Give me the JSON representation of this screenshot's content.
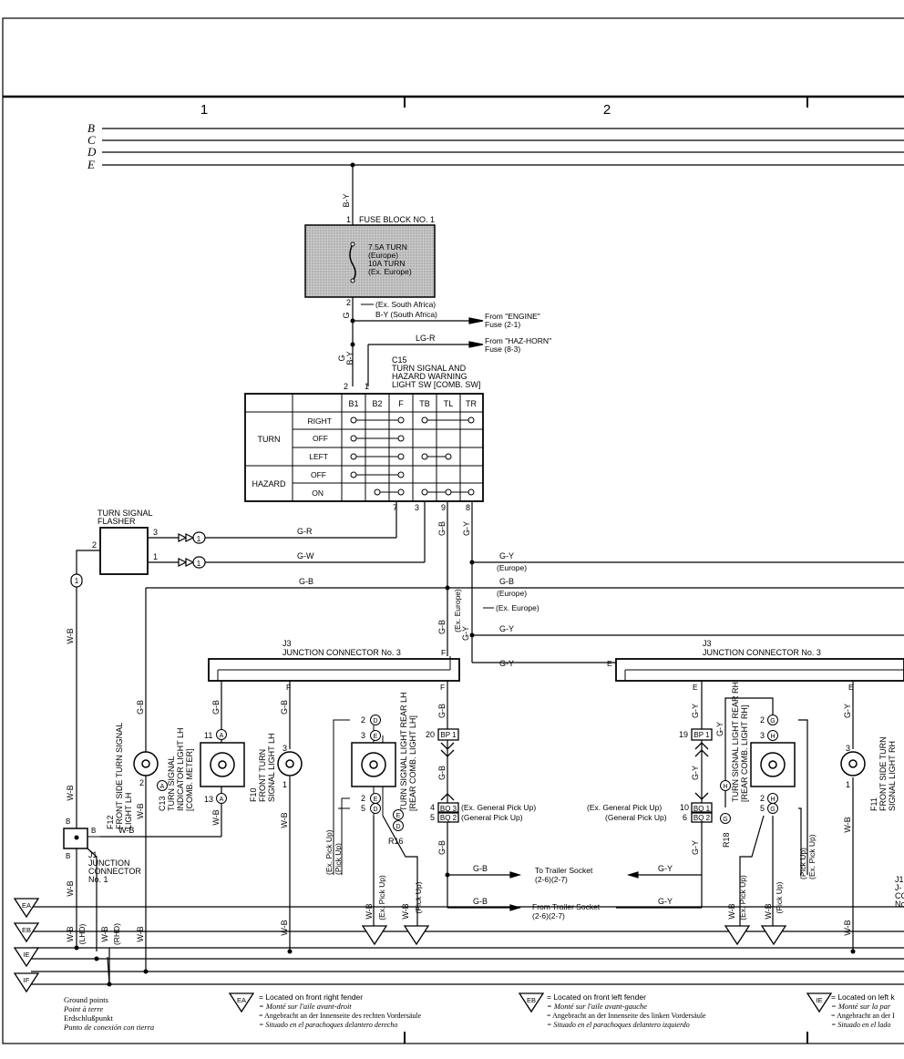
{
  "columns": [
    "1",
    "2"
  ],
  "bus_lines": [
    "B",
    "C",
    "D",
    "E"
  ],
  "fuse_block": {
    "title": "FUSE BLOCK NO. 1",
    "pin_top": "1",
    "pin_bottom": "2",
    "fuse_lines": [
      "7.5A TURN",
      "(Europe)",
      "10A TURN",
      "(Ex. Europe)"
    ],
    "wire_in": "B-Y",
    "wire_out": "G",
    "note_ex_sa": "(Ex. South Africa)",
    "note_sa": "B-Y (South Africa)"
  },
  "from_engine": [
    "From \"ENGINE\"",
    "Fuse (2-1)"
  ],
  "from_haz": [
    "From \"HAZ-HORN\"",
    "Fuse (8-3)"
  ],
  "wire_lg_r": "LG-R",
  "wire_g": "G",
  "wire_b_y": "B-Y",
  "switch": {
    "id": "C15",
    "title_lines": [
      "TURN SIGNAL AND",
      "HAZARD WARNING",
      "LIGHT SW [COMB. SW]"
    ],
    "pins_top": [
      "2",
      "1"
    ],
    "columns": [
      "B1",
      "B2",
      "F",
      "TB",
      "TL",
      "TR"
    ],
    "groups": [
      "TURN",
      "HAZARD"
    ],
    "rows": [
      "RIGHT",
      "OFF",
      "LEFT",
      "OFF",
      "ON"
    ],
    "pins_bottom": [
      "7",
      "3",
      "9",
      "8"
    ]
  },
  "flasher": {
    "title_lines": [
      "TURN SIGNAL",
      "FLASHER"
    ],
    "pins": [
      "2",
      "3",
      "1"
    ],
    "conn": "1"
  },
  "wires": {
    "g_r": "G-R",
    "g_w": "G-W",
    "g_b": "G-B",
    "g_y": "G-Y",
    "w_b": "W-B",
    "europe": "(Europe)",
    "ex_europe": "(Ex. Europe)"
  },
  "junction3": {
    "title_lines": [
      "J3",
      "JUNCTION CONNECTOR No. 3"
    ],
    "pin_f": "F",
    "pin_e": "E"
  },
  "components": {
    "f12": [
      "F12",
      "FRONT SIDE TURN SIGNAL",
      "LIGHT LH"
    ],
    "c13": [
      "C13",
      "TURN SIGNAL",
      "INDICATOR LIGHT LH",
      "[COMB. METER]"
    ],
    "f10": [
      "F10",
      "FRONT TURN",
      "SIGNAL LIGHT LH"
    ],
    "r16": [
      "R16",
      "TURN SIGNAL LIGHT REAR LH",
      "[REAR COMB. LIGHT LH]"
    ],
    "r18": [
      "R18",
      "TURN SIGNAL LIGHT REAR RH",
      "[REAR COMB. LIGHT RH]"
    ],
    "f11": [
      "F11",
      "FRONT SIDE TURN",
      "SIGNAL LIGHT RH"
    ],
    "j1": [
      "J1",
      "JUNCTION",
      "CONNECTOR",
      "No. 1"
    ]
  },
  "bp": [
    "BP 1"
  ],
  "bq_left": [
    "BQ 3",
    "BQ 2"
  ],
  "bq_right": [
    "BQ 1",
    "BQ 2"
  ],
  "bq_notes": [
    "(Ex. General Pick Up)",
    "(General Pick Up)"
  ],
  "trailer": {
    "to": [
      "To Trailer Socket",
      "(2-6)(2-7)"
    ],
    "from": [
      "From Trailer Socket",
      "(2-6)(2-7)"
    ]
  },
  "pickup": {
    "ex": "(Ex. Pick Up)",
    "pu": "(Pick Up)"
  },
  "misc": {
    "lhd": "(LHD)",
    "rhd": "(RHD)",
    "ex_pickup": "(Ex. Pick Up)"
  },
  "grounds": [
    "EA",
    "EB",
    "IE",
    "IF"
  ],
  "ground_points": [
    "Ground points",
    "Point à terre",
    "Erdschlußpunkt",
    "Punto de conexión con tierra"
  ],
  "legend": {
    "ea": [
      "= Located on front right fender",
      "= Monté sur l'aile avant-droit",
      "= Angebracht an der Innenseite des rechten Vordersäule",
      "= Situado en el parachoques delantero derecho"
    ],
    "eb": [
      "= Located on front left fender",
      "= Monté sur l'aile avant-gauche",
      "= Angebracht an der Innenseite des linken Vordersäule",
      "= Situado en el parachoques delantero izquierdo"
    ],
    "ie": [
      "= Located on left k",
      "= Monté sur la par",
      "= Angebracht an der I",
      "= Situado en el lado"
    ]
  },
  "right_partial": [
    "J1",
    "J-",
    "CC",
    "No"
  ],
  "circ": {
    "d": "D",
    "e": "E",
    "a": "A",
    "g": "G",
    "h": "H",
    "one": "1",
    "two": "2",
    "three": "3",
    "five": "5",
    "eleven": "11",
    "thirteen": "13",
    "four": "4",
    "six": "6",
    "ten": "10",
    "nineteen": "19",
    "twenty": "20"
  }
}
